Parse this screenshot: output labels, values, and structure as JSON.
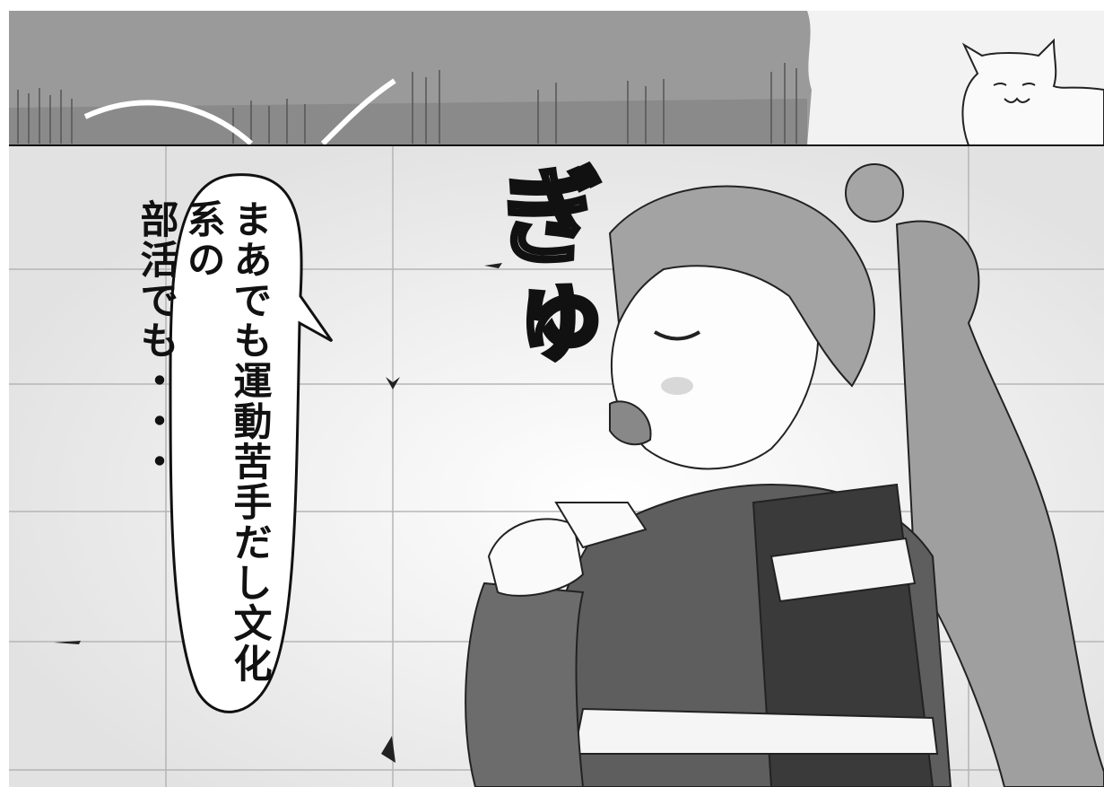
{
  "speech_bubble": {
    "line1": "まあでも運動苦手だし文化系の",
    "line2": "部活でも・・・"
  },
  "sfx": {
    "text": "ぎゅ"
  }
}
